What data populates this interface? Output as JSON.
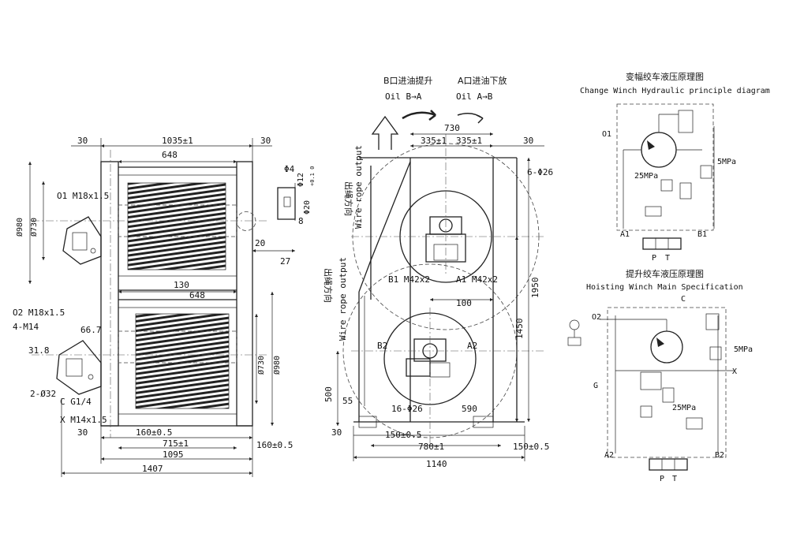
{
  "left_view": {
    "dims": {
      "d30_top": "30",
      "d1035": "1035±1",
      "d648_top": "648",
      "d30_top_r": "30",
      "d980_left": "Ø980",
      "d730_left": "Ø730",
      "o1": "O1 M18x1.5",
      "o2": "O2 M18x1.5",
      "m14": "4-M14",
      "d66": "66.7",
      "d31": "31.8",
      "d32": "2-Ø32",
      "cg": "C G1/4",
      "xm": "X M14x1.5",
      "d130": "130",
      "d648_mid": "648",
      "d730_right": "Ø730",
      "d980_right": "Ø980",
      "d30_bot": "30",
      "d160_l": "160±0.5",
      "d715": "715±1",
      "d160_r": "160±0.5",
      "d1095": "1095",
      "d1407": "1407"
    },
    "detail": {
      "phi4": "Φ4",
      "phi12": "Φ12",
      "tol": "+0.1 0",
      "phi20": "Φ20",
      "d8": "8",
      "d20": "20",
      "d27": "27"
    }
  },
  "center_view": {
    "b_label": "B口进油提升",
    "b_label_en": "Oil B→A",
    "a_label": "A口进油下放",
    "a_label_en": "Oil A→B",
    "rope_cn": "出绳方向",
    "rope_en": "Wire rope output",
    "dims": {
      "d730": "730",
      "d335a": "335±1",
      "d335b": "335±1",
      "d30": "30",
      "d626": "6-Φ26",
      "b1": "B1 M42x2",
      "a1": "A1 M42x2",
      "d100": "100",
      "d1950": "1950",
      "d1450": "1450",
      "b2": "B2",
      "a2": "A2",
      "d500": "500",
      "d55": "55",
      "d1626": "16-Φ26",
      "d590": "590",
      "d30b": "30",
      "d150": "150±0.5",
      "d780": "780±1",
      "d150r": "150±0.5",
      "d1140": "1140"
    }
  },
  "hydraulic_top": {
    "title_cn": "变幅绞车液压原理图",
    "title_en": "Change Winch Hydraulic principle diagram",
    "o1": "O1",
    "p5": "5MPa",
    "p25": "25MPa",
    "a1": "A1",
    "b1": "B1",
    "p": "P",
    "t": "T"
  },
  "hydraulic_bottom": {
    "title_cn": "提升绞车液压原理图",
    "title_en": "Hoisting Winch Main Specification",
    "o2": "O2",
    "c": "C",
    "p5": "5MPa",
    "x": "X",
    "g": "G",
    "p25": "25MPa",
    "a2": "A2",
    "b2": "B2",
    "p": "P",
    "t": "T"
  }
}
